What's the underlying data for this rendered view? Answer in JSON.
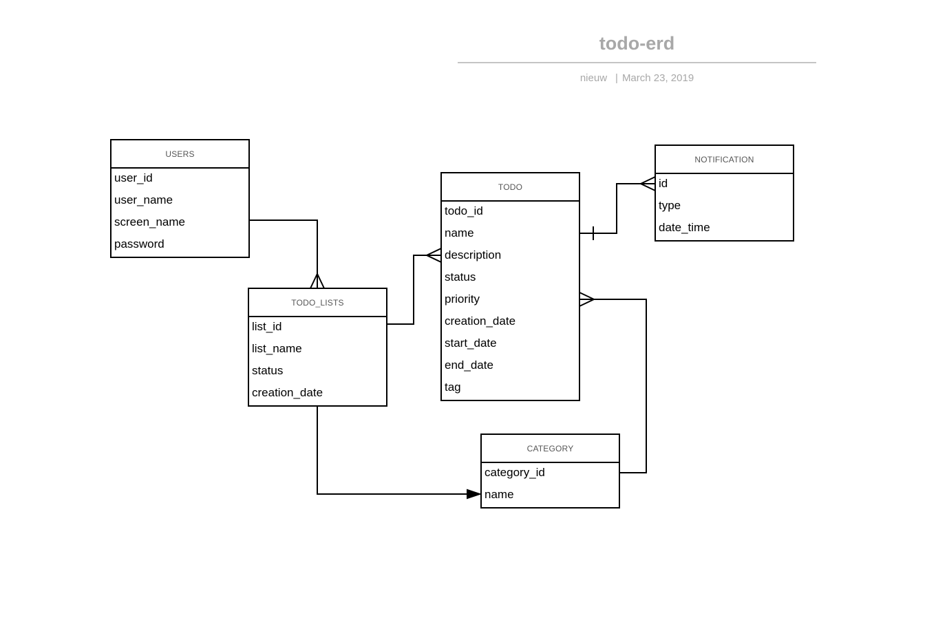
{
  "header": {
    "title": "todo-erd",
    "author": "nieuw",
    "separator": "|",
    "date": "March 23, 2019"
  },
  "entities": {
    "users": {
      "name": "USERS",
      "fields": [
        "user_id",
        "user_name",
        "screen_name",
        "password"
      ]
    },
    "todo_lists": {
      "name": "TODO_LISTS",
      "fields": [
        "list_id",
        "list_name",
        "status",
        "creation_date"
      ]
    },
    "todo": {
      "name": "TODO",
      "fields": [
        "todo_id",
        "name",
        "description",
        "status",
        "priority",
        "creation_date",
        "start_date",
        "end_date",
        "tag"
      ]
    },
    "notification": {
      "name": "NOTIFICATION",
      "fields": [
        "id",
        "type",
        "date_time"
      ]
    },
    "category": {
      "name": "CATEGORY",
      "fields": [
        "category_id",
        "name"
      ]
    }
  },
  "relationships": [
    {
      "from": "USERS.screen_name",
      "to": "TODO_LISTS",
      "to_end": "crows-foot"
    },
    {
      "from": "TODO_LISTS.list_id",
      "to": "TODO.description",
      "to_end": "crows-foot"
    },
    {
      "from": "TODO.name",
      "from_end": "one",
      "to": "NOTIFICATION.id",
      "to_end": "crows-foot"
    },
    {
      "from": "CATEGORY.category_id",
      "to": "TODO.priority",
      "to_end": "crows-foot"
    },
    {
      "from": "TODO_LISTS",
      "to": "CATEGORY.name",
      "to_end": "arrow"
    }
  ]
}
